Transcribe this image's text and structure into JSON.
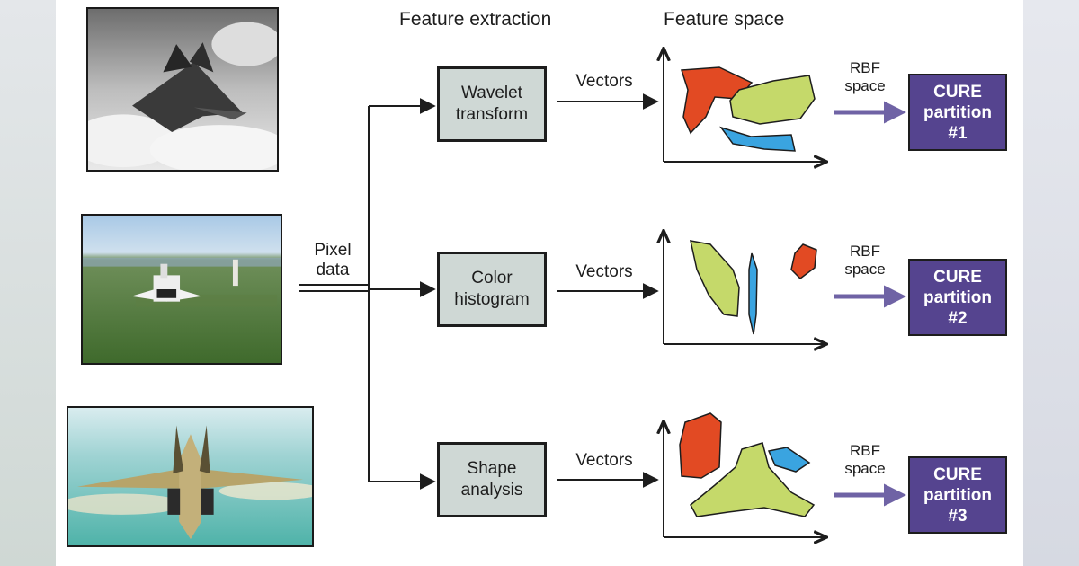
{
  "headings": {
    "feature_extraction": "Feature extraction",
    "feature_space": "Feature space"
  },
  "pixel_label": [
    "Pixel",
    "data"
  ],
  "vectors_label": "Vectors",
  "rbf_label": [
    "RBF",
    "space"
  ],
  "rows": [
    {
      "feature": [
        "Wavelet",
        "transform"
      ],
      "cure": [
        "CURE",
        "partition",
        "#1"
      ]
    },
    {
      "feature": [
        "Color",
        "histogram"
      ],
      "cure": [
        "CURE",
        "partition",
        "#2"
      ]
    },
    {
      "feature": [
        "Shape",
        "analysis"
      ],
      "cure": [
        "CURE",
        "partition",
        "#3"
      ]
    }
  ],
  "colors": {
    "feature_box": "#cfd8d5",
    "cure_box": "#55448f",
    "cluster_red": "#e24a23",
    "cluster_green": "#c5d96a",
    "cluster_blue": "#3aa4e0",
    "rbf_arrow": "#6f63a5"
  }
}
